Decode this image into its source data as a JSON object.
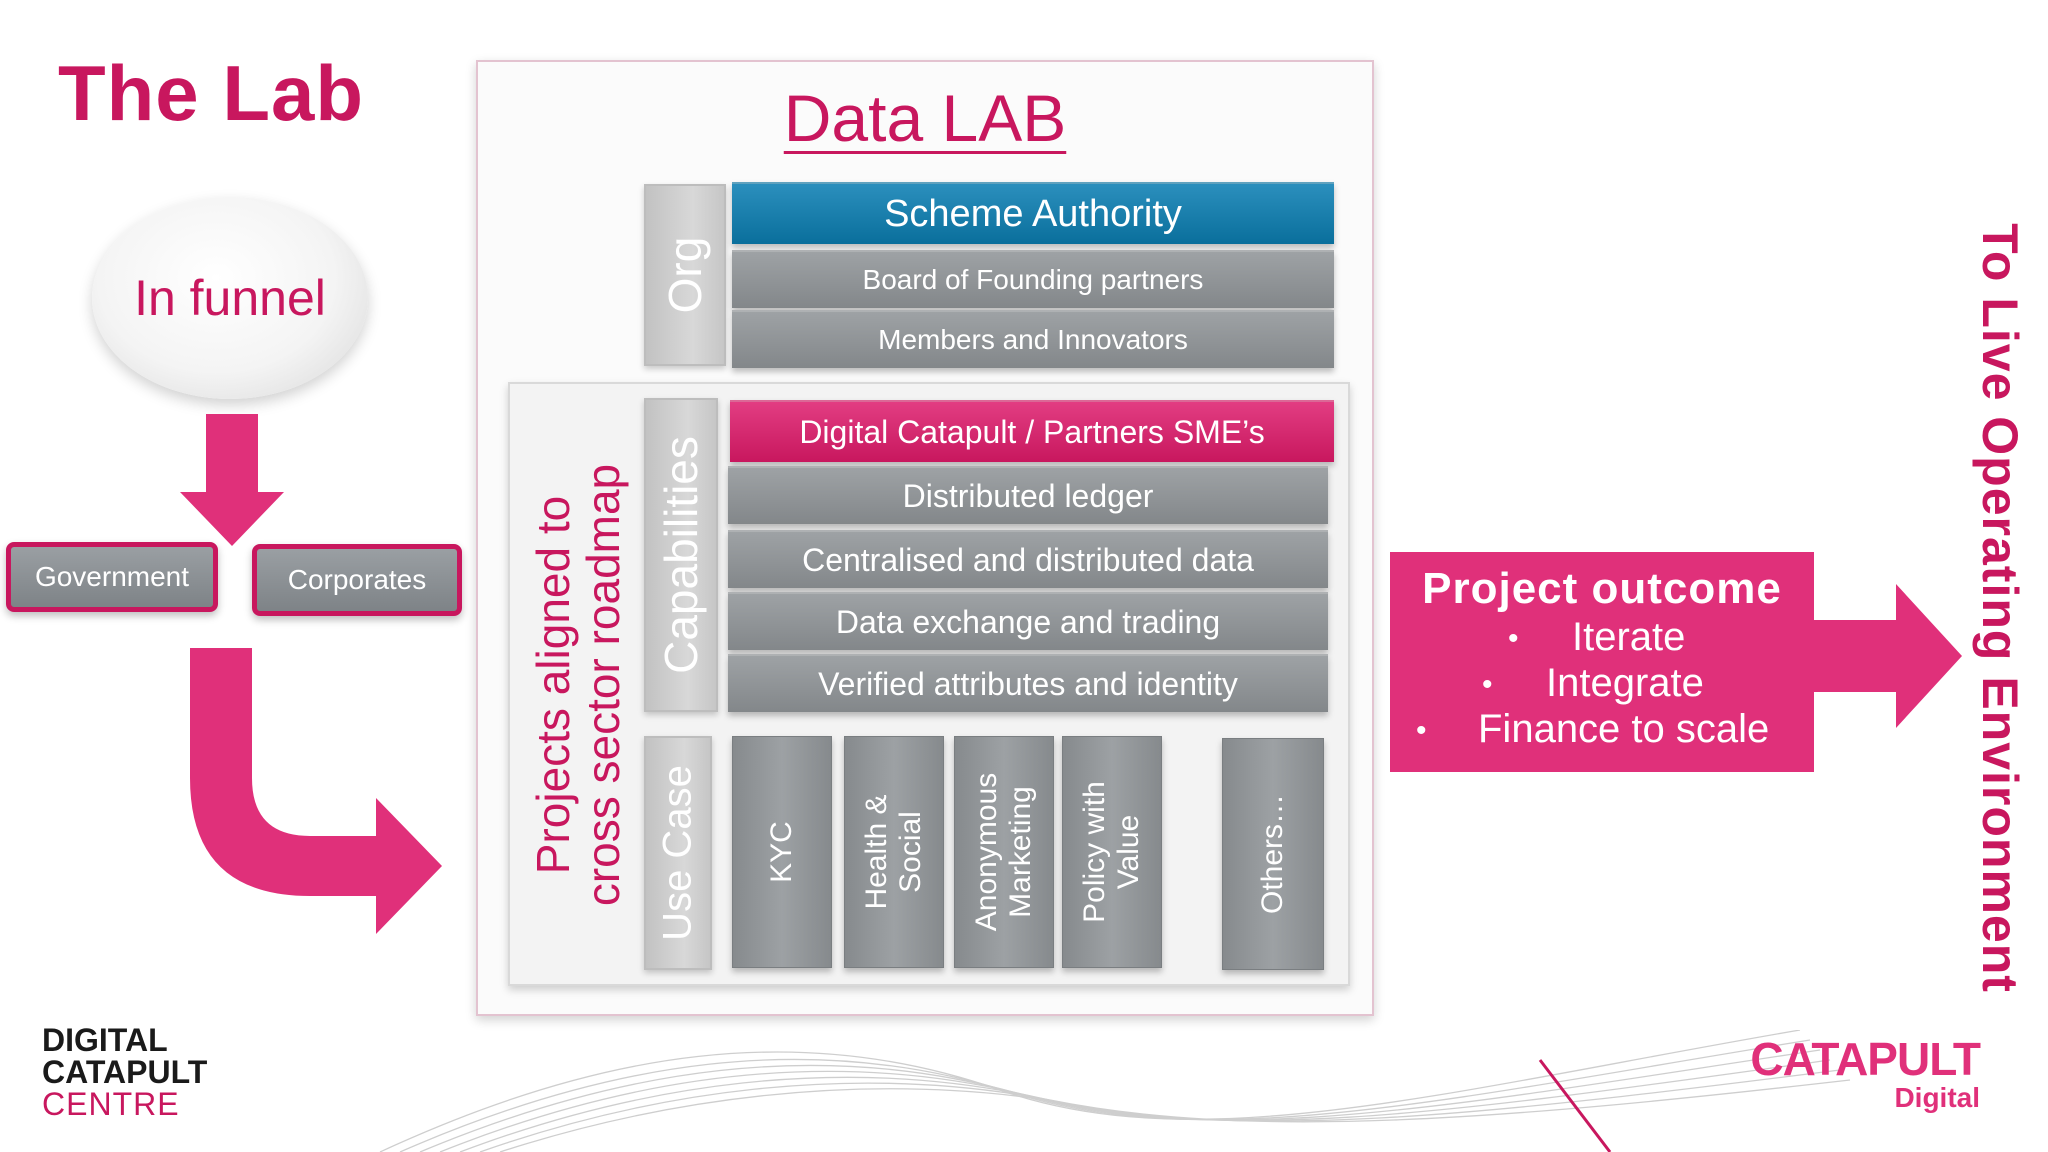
{
  "slide": {
    "title": "The Lab",
    "funnel": {
      "label": "In funnel"
    },
    "sources": {
      "government": "Government",
      "corporates": "Corporates"
    },
    "lab": {
      "title": "Data LAB",
      "org_label": "Org",
      "org_rows": [
        "Scheme Authority",
        "Board of Founding partners",
        "Members and Innovators"
      ],
      "projects_label_line1": "Projects aligned to",
      "projects_label_line2": "cross sector roadmap",
      "capabilities_label": "Capabilities",
      "capability_rows": [
        "Digital Catapult / Partners SME’s",
        "Distributed ledger",
        "Centralised and distributed data",
        "Data exchange and trading",
        "Verified attributes and identity"
      ],
      "usecase_label": "Use Case",
      "usecases": [
        {
          "line1": "KYC",
          "line2": ""
        },
        {
          "line1": "Health &",
          "line2": "Social"
        },
        {
          "line1": "Anonymous",
          "line2": "Marketing"
        },
        {
          "line1": "Policy with",
          "line2": "Value"
        },
        {
          "line1": "Others…",
          "line2": ""
        }
      ]
    },
    "outcome": {
      "title": "Project outcome",
      "items": [
        "Iterate",
        "Integrate",
        "Finance to scale"
      ],
      "bullet": "•"
    },
    "destination": "To Live Operating Environment",
    "logos": {
      "left_line1": "DIGITAL",
      "left_line2": "CATAPULT",
      "left_line3": "CENTRE",
      "right_line1": "CATAPULT",
      "right_line2": "Digital"
    },
    "colors": {
      "accent": "#c8175e",
      "blue": "#0a6f9c",
      "grey": "#8a8e91"
    }
  }
}
